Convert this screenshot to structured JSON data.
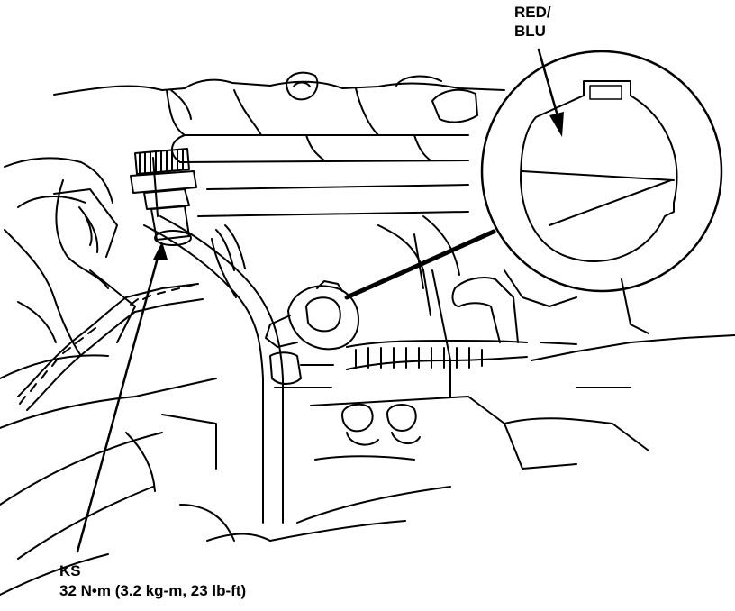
{
  "labels": {
    "wire_color_line1": "RED/",
    "wire_color_line2": "BLU",
    "sensor_name": "KS",
    "torque_spec": "32 N•m (3.2 kg-m, 23 lb-ft)"
  },
  "colors": {
    "ink": "#000000",
    "paper": "#ffffff"
  }
}
